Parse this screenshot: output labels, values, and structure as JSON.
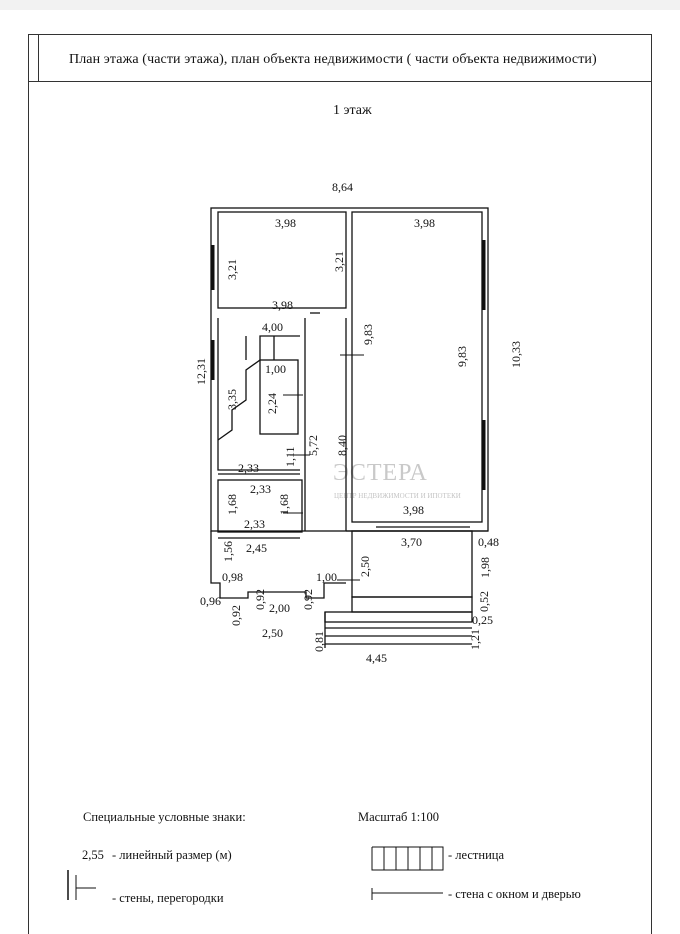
{
  "header": {
    "title": "План этажа (части этажа), план объекта недвижимости ( части объекта недвижимости)"
  },
  "floor": {
    "title": "1 этаж"
  },
  "watermark": {
    "name": "ЭСТЕРА",
    "sub": "ЦЕНТР НЕДВИЖИМОСТИ И ИПОТЕКИ"
  },
  "dimensions": {
    "overall_width": "8,64",
    "room1_top": "3,98",
    "room1_left": "3,21",
    "room1_right": "3,21",
    "room1_bottom": "3,98",
    "big_room_top": "3,98",
    "big_room_inner_h": "9,83",
    "big_room_left_h": "9,83",
    "big_room_right_h": "10,33",
    "big_room_bottom": "3,98",
    "left_total_h": "12,31",
    "stair_w": "4,00",
    "bath_w": "1,00",
    "bath_h": "2,24",
    "stair_h": "3,35",
    "corridor_h": "5,72",
    "hall_h": "8,40",
    "small_h": "1,11",
    "room_a_w": "2,33",
    "room_b_w": "2,33",
    "room_b_left": "1,68",
    "room_b_right": "1,68",
    "room_b_bottom": "2,33",
    "entry_w": "2,45",
    "entry_h": "1,56",
    "entry_bottom": "0,98",
    "door_w": "1,00",
    "porch_w": "3,70",
    "porch_h": "2,50",
    "porch_offset": "0,48",
    "porch_right_h": "1,98",
    "porch_step": "0,52",
    "porch_step2": "0,25",
    "step_l1": "0,96",
    "step_l2": "0,92",
    "step_l3": "0,92",
    "step_l4": "0,92",
    "step_mid": "2,00",
    "step_bottom": "2,50",
    "stairs_h": "0,81",
    "stairs_right": "1,21",
    "stairs_w": "4,45"
  },
  "legend": {
    "title": "Специальные условные знаки:",
    "scale": "Масштаб 1:100",
    "sample_value": "2,55",
    "linear_size": "- линейный размер (м)",
    "walls": "- стены, перегородки",
    "stairs": "- лестница",
    "wall_window_door": "- стена с окном и дверью"
  }
}
